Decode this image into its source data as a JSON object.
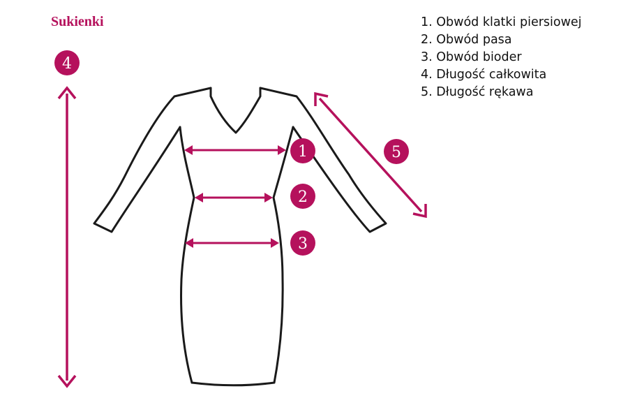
{
  "title": "Sukienki",
  "legend": [
    "1. Obwód klatki piersiowej",
    "2. Obwód pasa",
    "3. Obwód bioder",
    "4. Długość całkowita",
    "5. Długość rękawa"
  ],
  "markers": {
    "m1": "1",
    "m2": "2",
    "m3": "3",
    "m4": "4",
    "m5": "5"
  },
  "colors": {
    "accent": "#b5115c",
    "outline": "#1a1a1a",
    "text": "#111111"
  }
}
